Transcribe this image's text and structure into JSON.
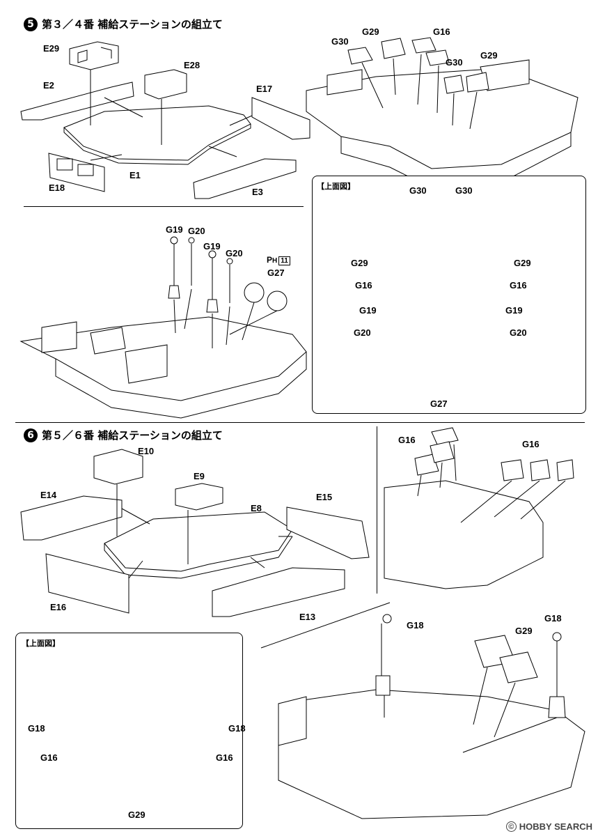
{
  "step5": {
    "number": "5",
    "title": "第３／４番 補給ステーションの組立て",
    "panel_a_labels": [
      "E29",
      "E28",
      "E2",
      "E17",
      "E1",
      "E18",
      "E3"
    ],
    "panel_b_labels": [
      "G29",
      "G16",
      "G30",
      "G30",
      "G29"
    ],
    "panel_c_labels": [
      "G19",
      "G20",
      "G19",
      "G20",
      "G27"
    ],
    "paint_mark": "P",
    "paint_sub": "H",
    "paint_num": "11",
    "top_view": {
      "title": "【上面図】",
      "labels": [
        "G30",
        "G30",
        "G29",
        "G29",
        "G16",
        "G16",
        "G19",
        "G19",
        "G20",
        "G20",
        "G27"
      ]
    }
  },
  "step6": {
    "number": "6",
    "title": "第５／６番 補給ステーションの組立て",
    "panel_a_labels": [
      "E10",
      "E9",
      "E14",
      "E8",
      "E15",
      "E16",
      "E13"
    ],
    "panel_b_labels": [
      "G16",
      "G16"
    ],
    "panel_c_labels": [
      "G18",
      "G29",
      "G18"
    ],
    "top_view": {
      "title": "【上面図】",
      "labels": [
        "G18",
        "G18",
        "G16",
        "G16",
        "G29"
      ]
    }
  },
  "watermark": {
    "symbol": "©",
    "text": "HOBBY SEARCH"
  }
}
